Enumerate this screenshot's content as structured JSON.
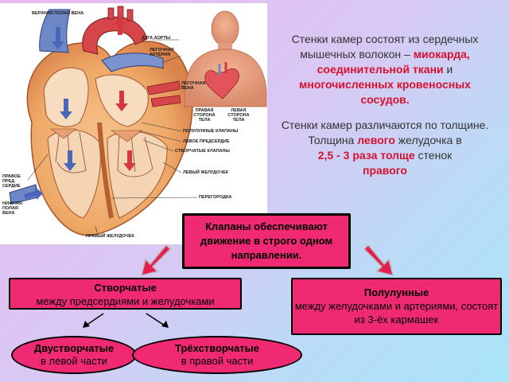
{
  "figure": {
    "labels": {
      "superior_vena_cava": "ВЕРХНЯЯ ПОЛАЯ ВЕНА",
      "aortic_arch": "ДУГА АОРТЫ",
      "pulmonary_artery": "ЛЕГОЧНАЯ АРТЕРИЯ",
      "pulmonary_vein": "ЛЕГОЧНАЯ ВЕНА",
      "right_side": "ПРАВАЯ СТОРОНА ТЕЛА",
      "left_side": "ЛЕВАЯ СТОРОНА ТЕЛА",
      "semilunar_valves": "ПОЛУЛУННЫЕ КЛАПАНЫ",
      "left_atrium": "ЛЕВОЕ ПРЕДСЕРДИЕ",
      "cuspid_valves": "СТВОРЧАТЫЕ КЛАПАНЫ",
      "left_ventricle": "ЛЕВЫЙ ЖЕЛУДОЧЕК",
      "septum": "ПЕРЕГОРОДКА",
      "right_atrium": "ПРАВОЕ ПРЕД СЕРДИЕ",
      "inferior_vena_cava": "НИЖНЯЯ ПОЛАЯ ВЕНА",
      "right_ventricle": "ПРАВЫЙ ЖЕЛУДОЧЕК"
    }
  },
  "text": {
    "p1_start": "Стенки камер состоят из сердечных мышечных волокон –",
    "p1_myocard": "миокарда, соединительной ткани",
    "p1_and": "и",
    "p1_vessels": "многочисленных кровеносных сосудов.",
    "p2_line1": "Стенки камер различаются по толщине.",
    "p2_thickness": "Толщина",
    "p2_left": "левого",
    "p2_ventricle": "желудочка в",
    "p2_ratio": "2,5  - 3 раза толще",
    "p2_walls": "стенок",
    "p2_right": "правого"
  },
  "main_box": {
    "text": "Клапаны обеспечивают движение в строго одном направлении."
  },
  "cuspid": {
    "title": "Створчатые",
    "desc": "между предсердиями и желудочками"
  },
  "semilunar": {
    "title": "Полулунные",
    "desc": "между желудочками и артериями, состоят из 3-ёх кармашек"
  },
  "bicuspid": {
    "title": "Двустворчатые",
    "desc": "в левой части"
  },
  "tricuspid": {
    "title": "Трёхстворчатые",
    "desc": "в правой части"
  },
  "colors": {
    "accent": "#ef2a73",
    "highlight_text": "#d7102e"
  }
}
